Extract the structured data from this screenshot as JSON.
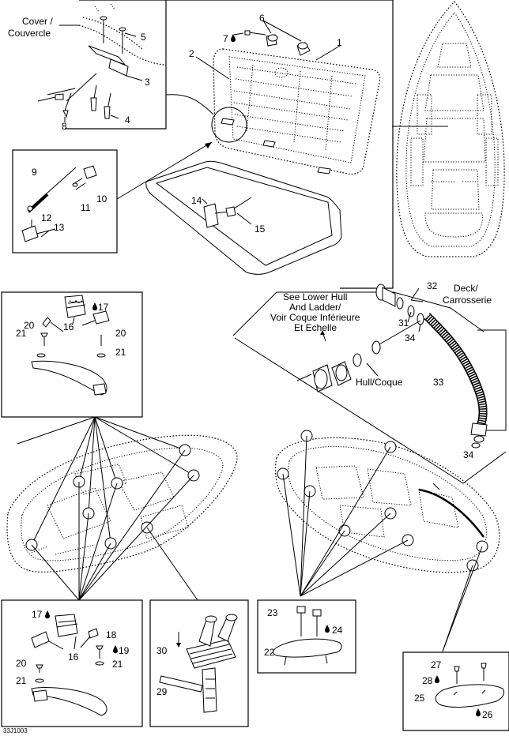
{
  "callouts": {
    "c1": "1",
    "c2": "2",
    "c3": "3",
    "c4": "4",
    "c5": "5",
    "c6": "6",
    "c7": "7",
    "c8": "8",
    "c9": "9",
    "c10": "10",
    "c11": "11",
    "c12": "12",
    "c13": "13",
    "c14": "14",
    "c15": "15",
    "c16a": "16",
    "c16b": "16",
    "c17a": "17",
    "c17b": "17",
    "c18": "18",
    "c19": "19",
    "c20a": "20",
    "c20b": "20",
    "c20c": "20",
    "c21a": "21",
    "c21b": "21",
    "c21c": "21",
    "c21d": "21",
    "c22": "22",
    "c23": "23",
    "c24": "24",
    "c25": "25",
    "c26": "26",
    "c27": "27",
    "c28": "28",
    "c29": "29",
    "c30": "30",
    "c31": "31",
    "c32": "32",
    "c33": "33",
    "c34a": "34",
    "c34b": "34"
  },
  "labels": {
    "cover_en": "Cover /",
    "cover_fr": "Couvercle",
    "deck_en": "Deck/",
    "deck_fr": "Carrosserie",
    "see_1": "See Lower Hull",
    "see_2": "And Ladder/",
    "see_3": "Voir Coque Inférieure",
    "see_4": "Et Echelle",
    "hull": "Hull/Coque",
    "figure_code": "33J1003"
  }
}
